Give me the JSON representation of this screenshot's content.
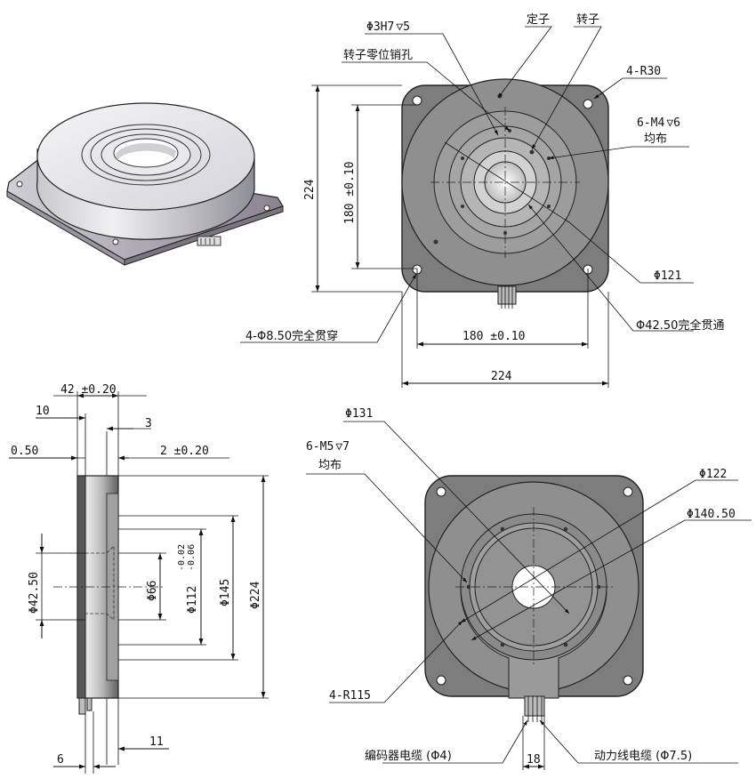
{
  "front_view": {
    "stator": "定子",
    "rotor": "转子",
    "bore_depth": "Φ3H7",
    "bore_depth_val": "5",
    "zero_pin": "转子零位销孔",
    "corner_radius": "4-R30",
    "m4_holes": "6-M4",
    "m4_depth": "6",
    "m4_even": "均布",
    "height_outer": "224",
    "height_inner": "180 ±0.10",
    "diameter_121": "Φ121",
    "through_hole": "4-Φ8.50完全贯穿",
    "bore_through": "Φ42.50完全贯通",
    "width_inner": "180 ±0.10",
    "width_outer": "224"
  },
  "side_view": {
    "thickness": "42 ±0.20",
    "dim_10": "10",
    "dim_3": "3",
    "dim_050": "0.50",
    "dim_2": "2 ±0.20",
    "d4250": "Φ42.50",
    "d66": "Φ66",
    "d112": "Φ112",
    "d112_tol_upper": "-0.02",
    "d112_tol_lower": "-0.06",
    "d145": "Φ145",
    "d224": "Φ224",
    "dim_11": "11",
    "dim_6": "6"
  },
  "rear_view": {
    "d131": "Φ131",
    "m5_holes": "6-M5",
    "m5_depth": "7",
    "m5_even": "均布",
    "d122": "Φ122",
    "d14050": "Φ140.50",
    "corner_r115": "4-R115",
    "encoder_cable": "编码器电缆 (Φ4)",
    "power_cable": "动力线电缆 (Φ7.5)",
    "cable_gap": "18"
  }
}
